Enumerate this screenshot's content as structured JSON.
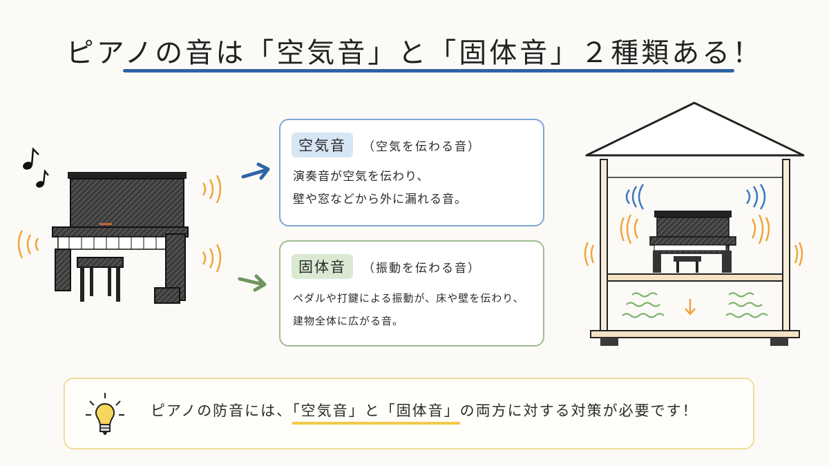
{
  "title": "ピアノの音は「空気音」と「固体音」２種類ある！",
  "air": {
    "label": "空気音",
    "sub": "（空気を伝わる音）",
    "line1": "演奏音が空気を伝わり、",
    "line2": "壁や窓などから外に漏れる音。"
  },
  "solid": {
    "label": "固体音",
    "sub": "（振動を伝わる音）",
    "line1": "ペダルや打鍵による振動が、床や壁を伝わり、",
    "line2": "建物全体に広がる音。"
  },
  "note": {
    "prefix": "ピアノの防音には、",
    "hl": "「空気音」と「固体音」",
    "suffix": "の両方に対する対策が必要です！"
  },
  "colors": {
    "title_rule": "#2f63a6",
    "air_accent": "#2f63a6",
    "solid_accent": "#6e9460",
    "wave_orange": "#f0a43a",
    "wave_blue": "#3a78c2",
    "wave_green": "#7cb26a",
    "note_border": "#f0dc9a",
    "highlight": "#f3c94a"
  },
  "icons": [
    "music-note-icon",
    "arrow-right-icon",
    "lightbulb-icon",
    "arrow-down-icon",
    "sound-wave-icon",
    "piano-icon",
    "house-icon"
  ]
}
